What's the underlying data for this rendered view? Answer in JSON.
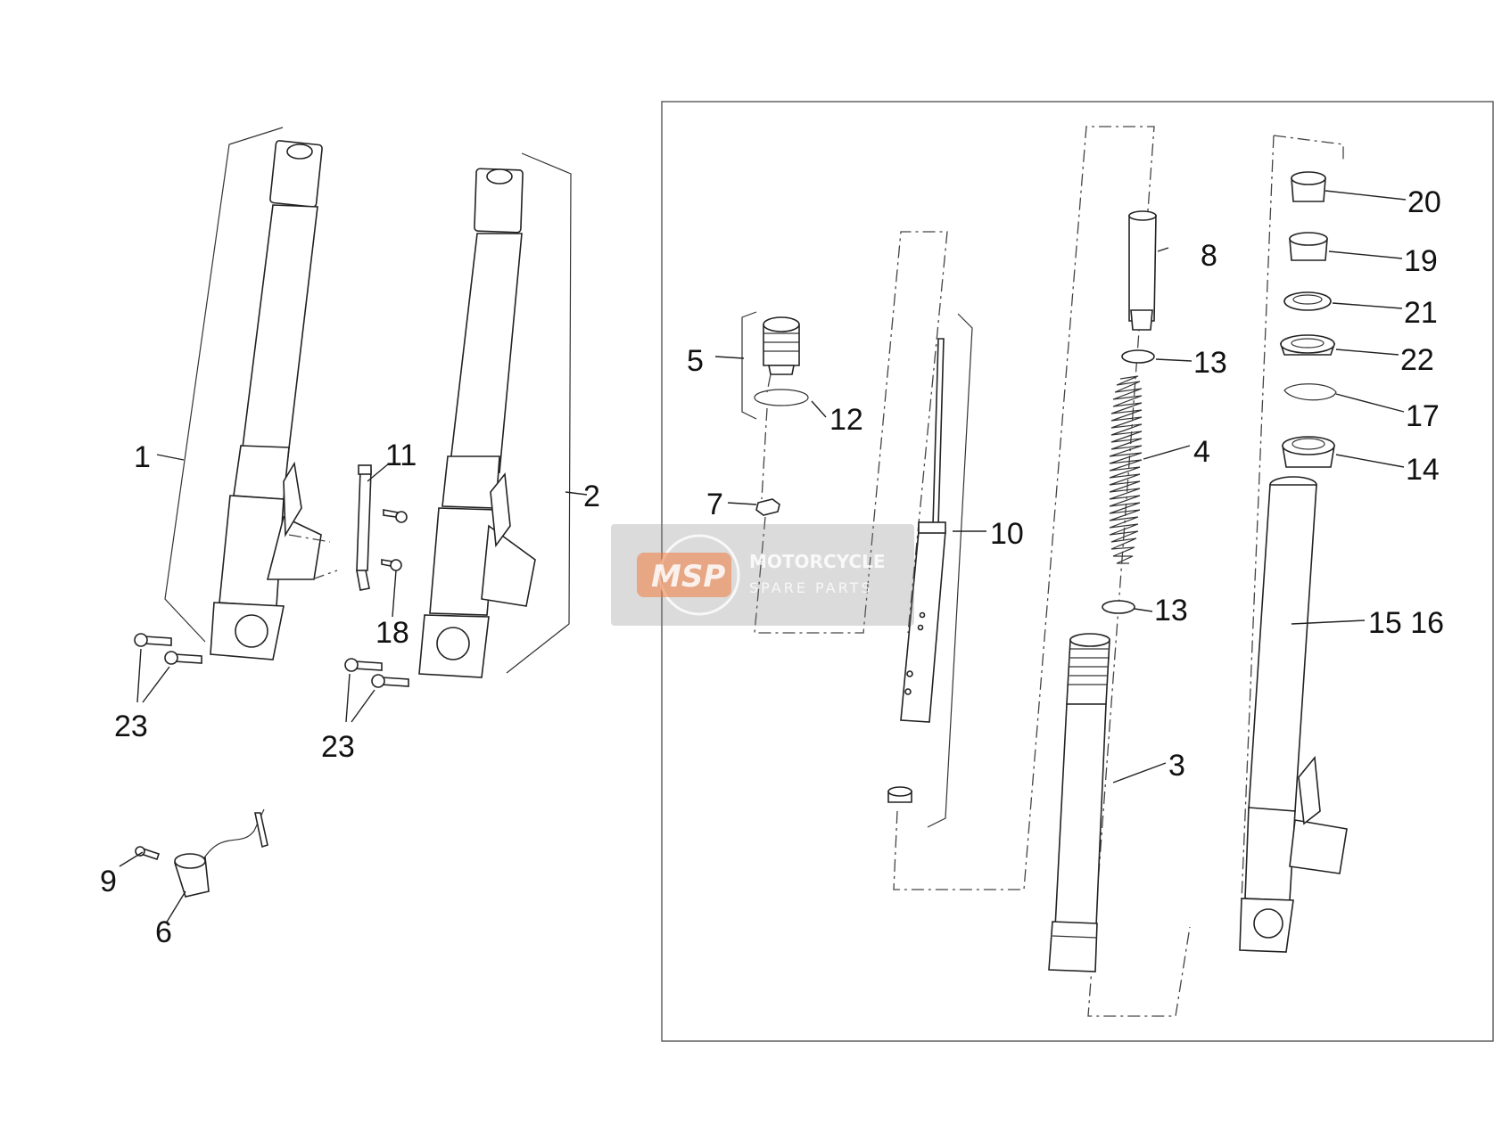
{
  "watermark": {
    "logo": "MSP",
    "line1": "MOTORCYCLE",
    "line2": "SPARE PARTS",
    "accent": "#f07a3c"
  },
  "labels": {
    "p1": "1",
    "p2": "2",
    "p3": "3",
    "p4": "4",
    "p5": "5",
    "p6": "6",
    "p7": "7",
    "p8": "8",
    "p9": "9",
    "p10": "10",
    "p11": "11",
    "p12": "12",
    "p13a": "13",
    "p13b": "13",
    "p14": "14",
    "p15_16": "15 16",
    "p17": "17",
    "p18": "18",
    "p19": "19",
    "p20": "20",
    "p21": "21",
    "p22": "22",
    "p23a": "23",
    "p23b": "23"
  }
}
